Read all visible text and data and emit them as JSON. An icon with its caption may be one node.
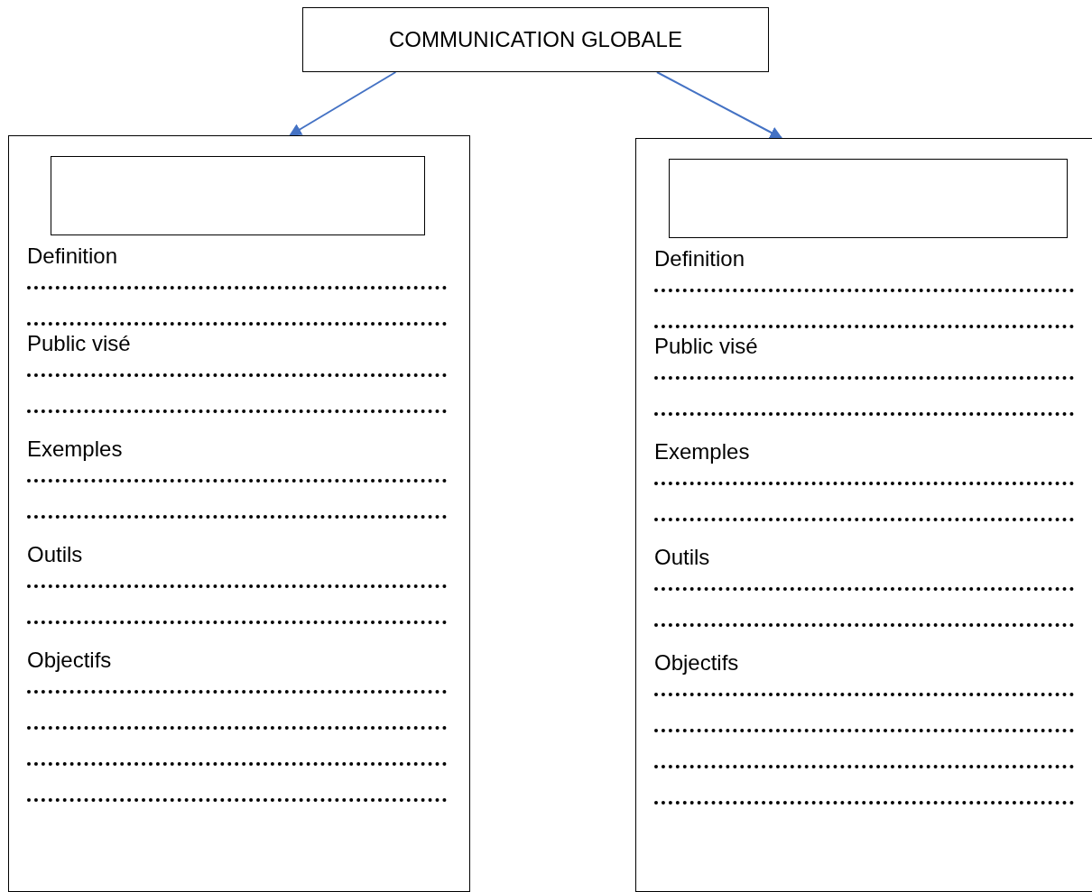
{
  "diagram": {
    "nodes": [
      {
        "text": [
          "COMMUNICATION GLOBALE"
        ]
      },
      {
        "text": [
          "Definition",
          "Public visé",
          "Exemples",
          "Outils",
          "Objectifs"
        ]
      },
      {
        "text": [],
        "shape": "box",
        "in": 1
      },
      {
        "text": [
          "Definition",
          "Public visé",
          "Exemples",
          "Outils",
          "Objectifs"
        ]
      },
      {
        "text": [],
        "shape": "box",
        "in": 3
      }
    ],
    "edges": [
      {
        "from": 0,
        "to": 1,
        "arrow": "to"
      },
      {
        "from": 0,
        "to": 3,
        "arrow": "to"
      }
    ]
  }
}
